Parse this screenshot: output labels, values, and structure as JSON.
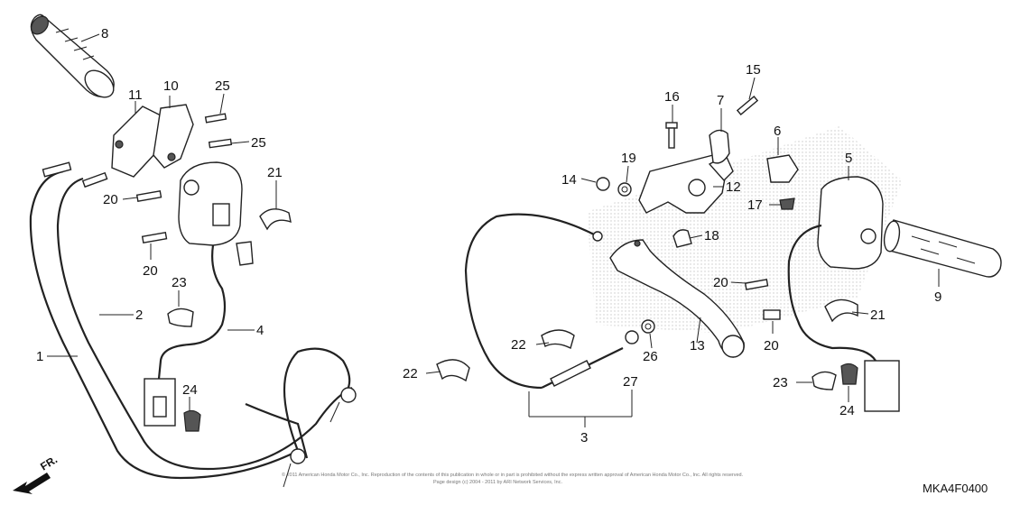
{
  "diagram": {
    "drawing_code": "MKA4F0400",
    "direction_label": "FR.",
    "copyright_line1": "© 2011 American Honda Motor Co., Inc. Reproduction of the contents of this publication in whole or in part is prohibited without the express written approval of American Honda Motor Co., Inc. All rights reserved.",
    "copyright_line2": "Page design (c) 2004 - 2011 by ARI Network Services, Inc.",
    "callouts": {
      "p1": "1",
      "p2": "2",
      "p3": "3",
      "p4": "4",
      "p5": "5",
      "p6": "6",
      "p7": "7",
      "p8": "8",
      "p9": "9",
      "p10": "10",
      "p11": "11",
      "p12": "12",
      "p13": "13",
      "p14": "14",
      "p15": "15",
      "p16": "16",
      "p17": "17",
      "p18": "18",
      "p19": "19",
      "p20a": "20",
      "p20b": "20",
      "p20c": "20",
      "p20d": "20",
      "p21a": "21",
      "p21b": "21",
      "p22a": "22",
      "p22b": "22",
      "p23a": "23",
      "p23b": "23",
      "p24a": "24",
      "p24b": "24",
      "p25a": "25",
      "p25b": "25",
      "p26": "26",
      "p27": "27"
    }
  }
}
